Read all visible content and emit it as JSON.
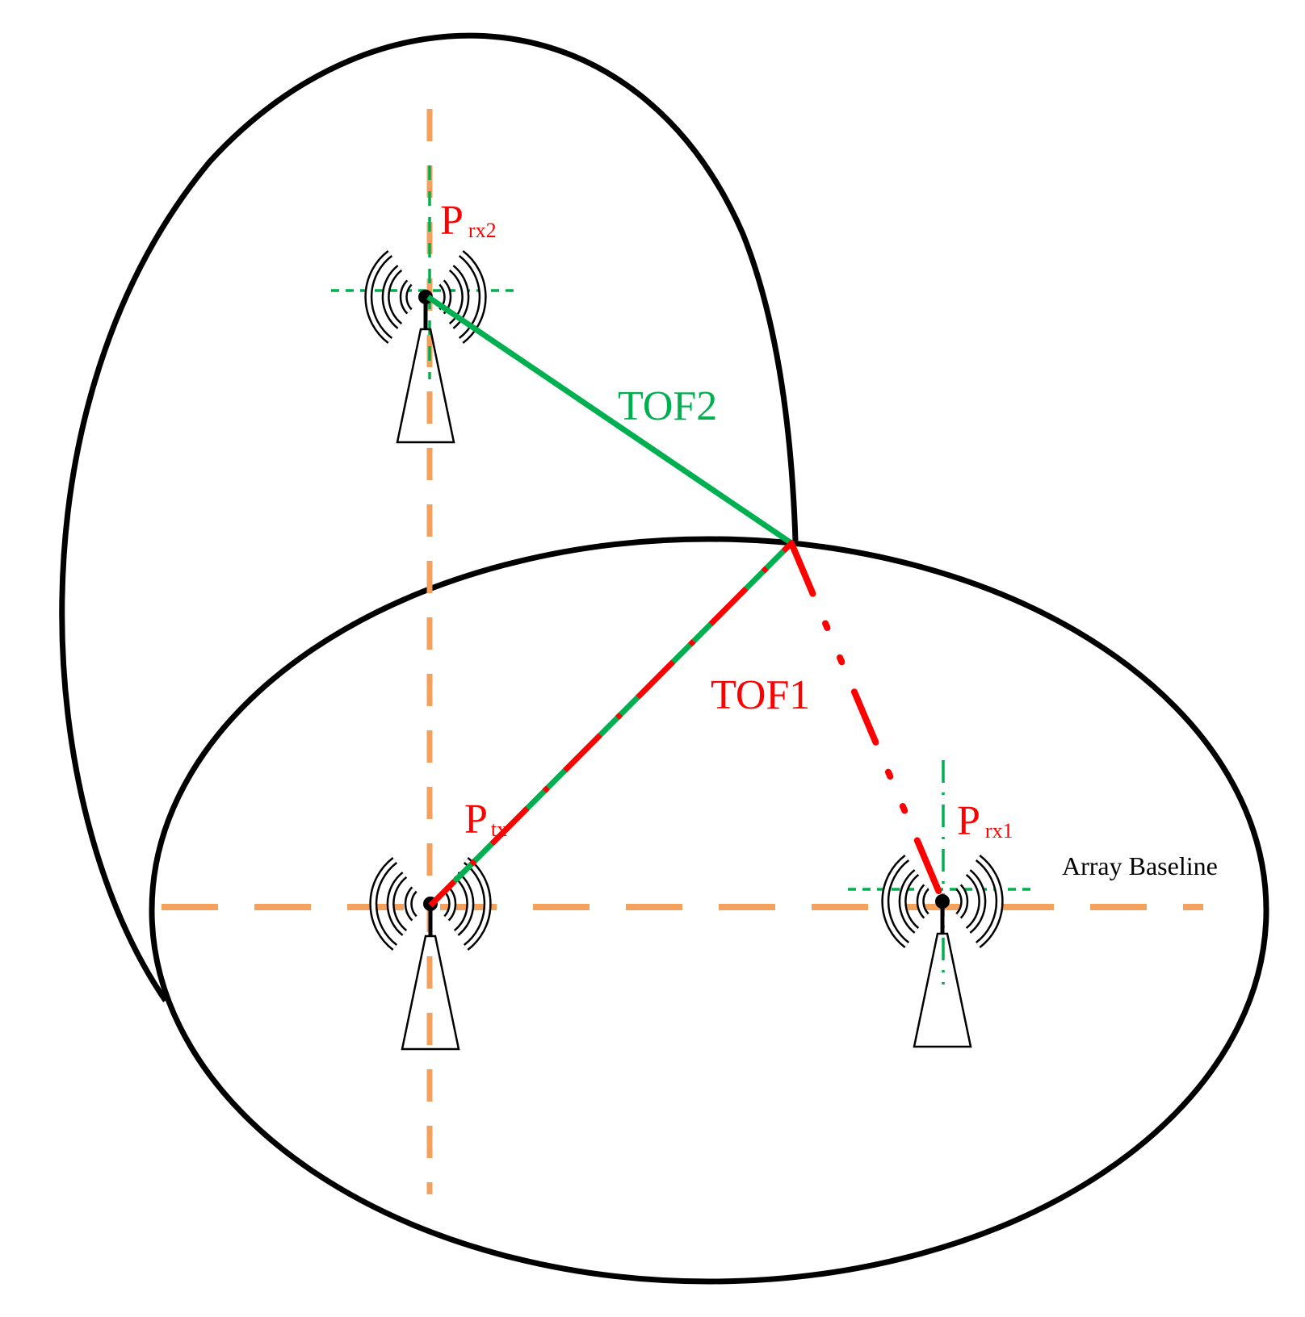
{
  "labels": {
    "tof1": "TOF1",
    "tof2": "TOF2",
    "p_main": "P",
    "prx2_sub": "rx2",
    "prx1_sub": "rx1",
    "ptx_sub": "tx",
    "baseline": "Array Baseline"
  },
  "antennas": [
    {
      "id": "rx2",
      "icon": "antenna-tower-icon"
    },
    {
      "id": "tx",
      "icon": "antenna-tower-icon"
    },
    {
      "id": "rx1",
      "icon": "antenna-tower-icon"
    }
  ],
  "colors": {
    "outline": "#000000",
    "baseline": "#f4a15d",
    "tof1": "#ff0000",
    "tof2": "#00b050",
    "label_red": "#ff0000",
    "label_green": "#00b050",
    "label_black": "#000000"
  }
}
